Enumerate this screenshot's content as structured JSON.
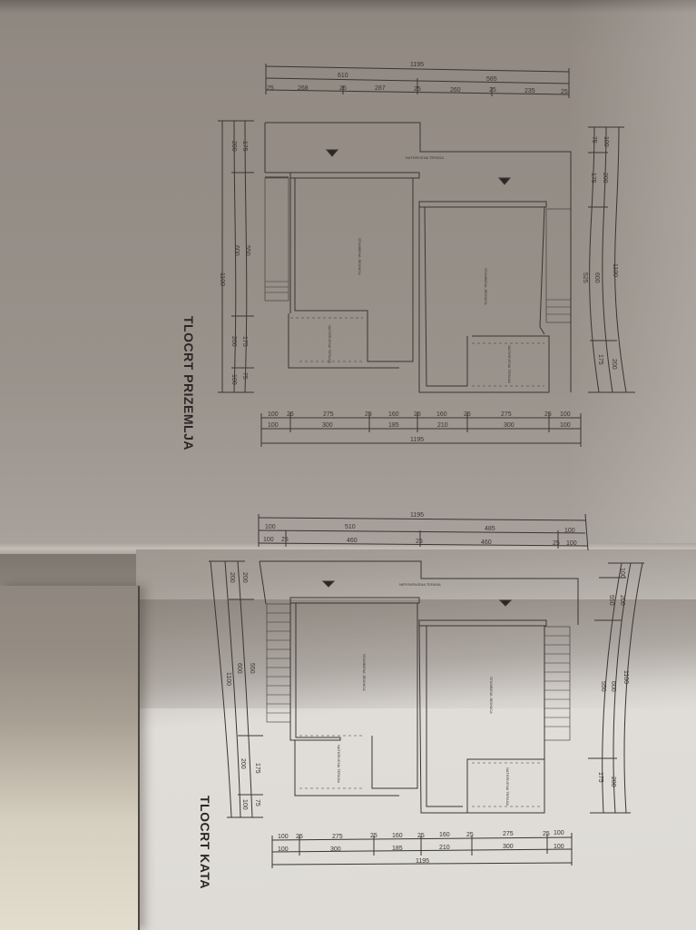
{
  "photo": {
    "description": "Photograph of a folded architectural drawing sheet with two floor plans",
    "colors": {
      "paper_shadow": "#928a83",
      "paper_light": "#dedbd6",
      "line": "#3a3532",
      "loose_paper": "#e2ddcc"
    }
  },
  "plans": [
    {
      "title": "TLOCRT PRIZEMLJA",
      "top_dims": {
        "overall": "1195",
        "row2": [
          "610",
          "585"
        ],
        "row3": [
          "25",
          "268",
          "25",
          "287",
          "25",
          "260",
          "25",
          "235",
          "25"
        ]
      },
      "bottom_dims": {
        "row1": [
          "100",
          "25",
          "275",
          "25",
          "160",
          "25",
          "160",
          "25",
          "275",
          "25",
          "100"
        ],
        "row2": [
          "100",
          "300",
          "185",
          "210",
          "300",
          "100"
        ],
        "overall": "1195"
      },
      "left_dims": {
        "outer": "1100",
        "middle": [
          "200",
          "600",
          "200",
          "100"
        ],
        "inner": [
          "175",
          "25",
          "550",
          "25",
          "175",
          "75",
          "25"
        ]
      },
      "right_dims": {
        "inner": [
          "75",
          "25",
          "175",
          "25",
          "525",
          "25",
          "175",
          "25"
        ],
        "middle": [
          "100",
          "200",
          "600",
          "200"
        ],
        "outer": "1100"
      },
      "room_labels": [
        "NATKRIVENA TERASA",
        "STAMBENA JEDINICA",
        "STAMBENA JEDINICA",
        "NATKRIVENA TERASA",
        "NATKRIVENA TERASA"
      ]
    },
    {
      "title": "TLOCRT KATA",
      "top_dims": {
        "overall": "1195",
        "row2": [
          "100",
          "510",
          "485",
          "100"
        ],
        "row3": [
          "100",
          "25",
          "460",
          "25",
          "460",
          "25",
          "100"
        ]
      },
      "bottom_dims": {
        "row1": [
          "100",
          "25",
          "275",
          "25",
          "160",
          "25",
          "160",
          "25",
          "275",
          "25",
          "100"
        ],
        "row2": [
          "100",
          "300",
          "185",
          "210",
          "300",
          "100"
        ],
        "overall": "1195"
      },
      "left_dims": {
        "outer": "1100",
        "middle": [
          "200",
          "600",
          "200",
          "100"
        ],
        "inner": [
          "200",
          "25",
          "550",
          "25",
          "175",
          "75",
          "25"
        ]
      },
      "right_dims": {
        "inner": [
          "100",
          "25",
          "550",
          "25",
          "175",
          "25"
        ],
        "middle": [
          "200",
          "600",
          "200"
        ],
        "outer": "1100"
      },
      "room_labels": [
        "NEPOKRIVENA TERASA",
        "STAMBENA JEDINICA",
        "STAMBENA JEDINICA",
        "NATKRIVENA TERASA",
        "NATKRIVENA TERASA"
      ]
    }
  ]
}
